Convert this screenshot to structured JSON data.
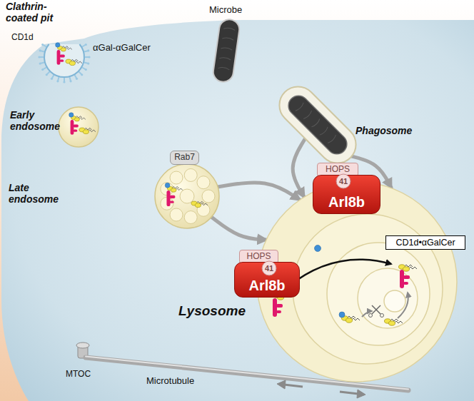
{
  "diagram": {
    "nodes": [
      {
        "text": [
          "Clathrin-coated pit"
        ]
      },
      {
        "text": [
          "Microbe"
        ]
      },
      {
        "text": [
          "Early endosome"
        ]
      },
      {
        "text": [
          "Rab7"
        ]
      },
      {
        "text": [
          "Late endosome"
        ]
      },
      {
        "text": [
          "Phagosome"
        ]
      },
      {
        "text": [
          "HOPS"
        ]
      },
      {
        "text": [
          "41"
        ]
      },
      {
        "text": [
          "Arl8b"
        ]
      },
      {
        "text": [
          "HOPS"
        ]
      },
      {
        "text": [
          "41"
        ]
      },
      {
        "text": [
          "Arl8b"
        ]
      },
      {
        "text": [
          "Lysosome"
        ]
      },
      {
        "text": [
          "CD1d•αGalCer"
        ],
        "in": 12
      }
    ],
    "edges": [
      {
        "from": 4,
        "to": 12,
        "arrow": "to"
      },
      {
        "from": 4,
        "to": 12,
        "arrow": "to"
      },
      {
        "from": 5,
        "to": 12,
        "arrow": "to"
      },
      {
        "from": 5,
        "to": 12,
        "arrow": "to"
      }
    ],
    "labels": [
      "CD1d",
      "αGal-αGalCer",
      "MTOC",
      "Microtubule"
    ]
  }
}
